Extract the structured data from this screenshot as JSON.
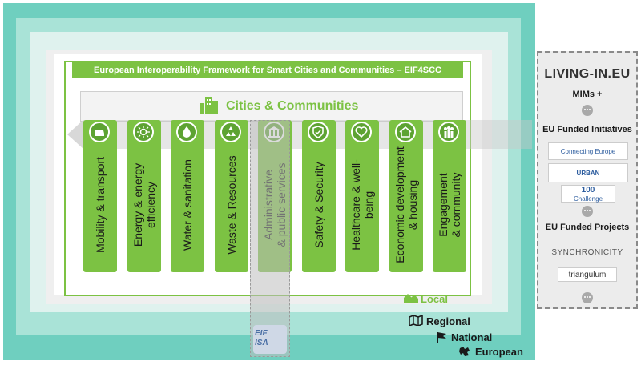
{
  "header": {
    "title": "European Interoperability Framework for Smart Cities and Communities – EIF4SCC"
  },
  "banner": {
    "label": "Cities & Communities"
  },
  "pillars": [
    {
      "label": "Mobility & transport",
      "icon": "car-icon"
    },
    {
      "label": "Energy & energy\nefficiency",
      "icon": "sun-icon"
    },
    {
      "label": "Water & sanitation",
      "icon": "drop-icon"
    },
    {
      "label": "Waste & Resources",
      "icon": "recycle-icon"
    },
    {
      "label": "Administrative\n& public services",
      "icon": "building-icon"
    },
    {
      "label": "Safety & Security",
      "icon": "shield-icon"
    },
    {
      "label": "Healthcare & well-\nbeing",
      "icon": "heart-icon"
    },
    {
      "label": "Economic development\n& housing",
      "icon": "house-icon"
    },
    {
      "label": "Engagement\n& community",
      "icon": "people-icon"
    }
  ],
  "scales": {
    "local": "Local",
    "regional": "Regional",
    "national": "National",
    "european": "European"
  },
  "tower": {
    "logo_text": "EIF\nISA"
  },
  "right_panel": {
    "brand": "LIVING-IN.EU",
    "mims": "MIMs +",
    "initiatives": "EU Funded Initiatives",
    "projects": "EU Funded Projects",
    "logos": [
      "Connecting Europe",
      "URBAN",
      "100",
      "Challenge"
    ],
    "project_logos": [
      "SYNCHRONICITY",
      "triangulum"
    ]
  },
  "colors": {
    "green": "#7cc243",
    "european": "#6fcfbf",
    "national": "#a9e3d7"
  }
}
